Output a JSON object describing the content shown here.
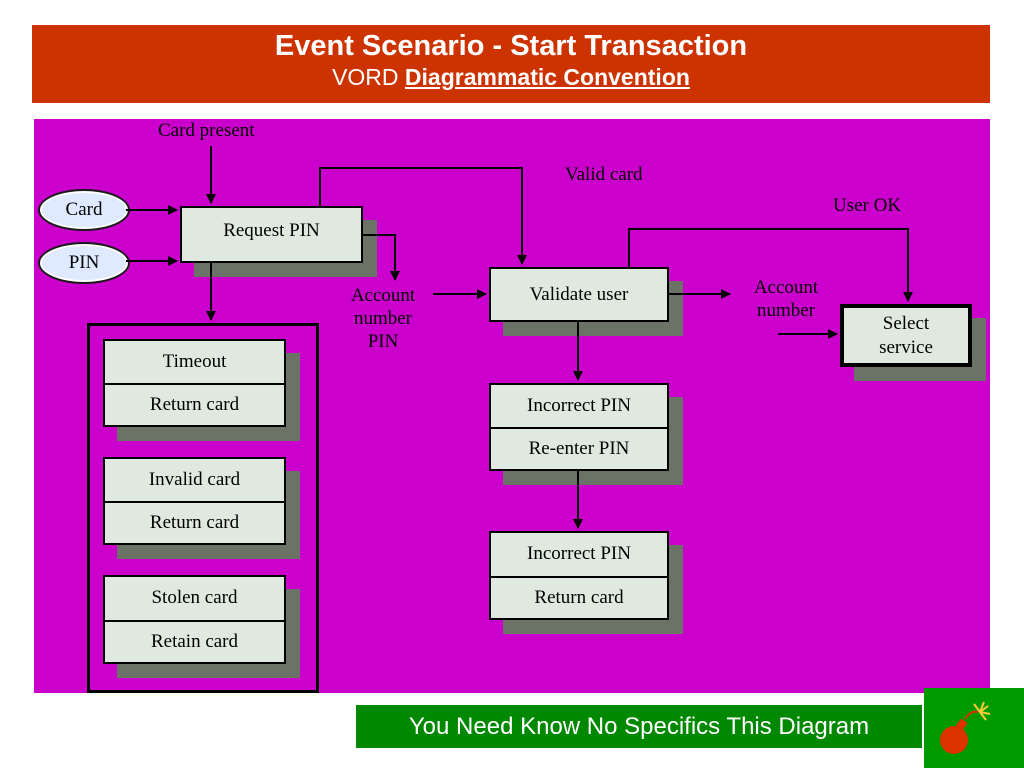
{
  "header": {
    "title": "Event Scenario - Start Transaction",
    "subtitle_prefix": "VORD",
    "subtitle_link": "Diagrammatic Convention"
  },
  "diagram": {
    "inputs": {
      "card": "Card",
      "pin": "PIN"
    },
    "labels": {
      "card_present": "Card present",
      "valid_card": "Valid card",
      "user_ok": "User OK",
      "account_1": "Account",
      "number_1": "number",
      "pin_1": "PIN",
      "account_2": "Account",
      "number_2": "number"
    },
    "boxes": {
      "request_pin": "Request PIN",
      "validate_user": "Validate user",
      "select_service_1": "Select",
      "select_service_2": "service",
      "timeout_top": "Timeout",
      "timeout_bottom": "Return card",
      "invalid_top": "Invalid card",
      "invalid_bottom": "Return card",
      "stolen_top": "Stolen card",
      "stolen_bottom": "Retain card",
      "incorrect1_top": "Incorrect PIN",
      "incorrect1_bottom": "Re-enter PIN",
      "incorrect2_top": "Incorrect PIN",
      "incorrect2_bottom": "Return card"
    }
  },
  "footer": {
    "text": "You Need Know No Specifics This Diagram",
    "icon": "bomb-icon"
  },
  "colors": {
    "banner": "#cc3300",
    "canvas": "#cc00cc",
    "box_fill": "#dfe9df",
    "footer": "#008800"
  }
}
